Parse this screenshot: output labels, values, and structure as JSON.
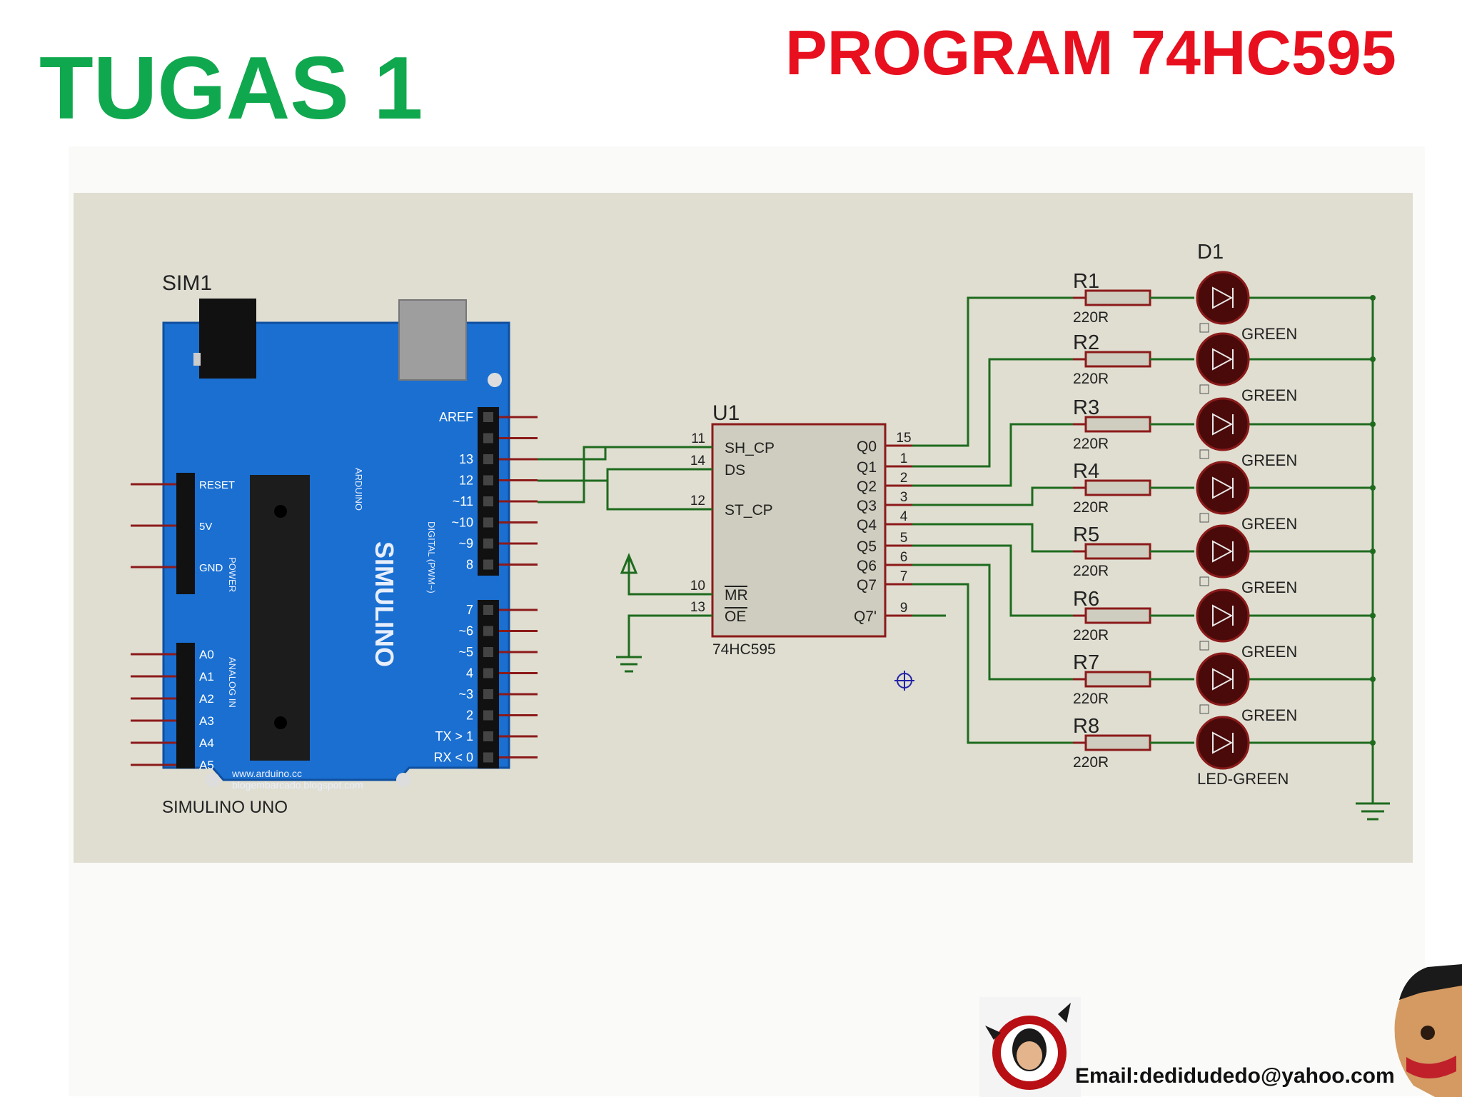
{
  "slide": {
    "title_left": "TUGAS 1",
    "title_right": "PROGRAM 74HC595",
    "email": "Email:dedidudedo@yahoo.com"
  },
  "colors": {
    "title_left": "#10a84e",
    "title_right": "#e8101e",
    "schematic_bg": "#e0ded1",
    "wire": "#1e6b1e",
    "component_outline": "#8b1a1a",
    "board_blue": "#1a6fd1"
  },
  "arduino": {
    "ref": "SIM1",
    "name": "SIMULINO UNO",
    "brand": "SIMULINO",
    "maker": "ARDUINO",
    "url1": "www.arduino.cc",
    "url2": "blogembarcado.blogspot.com",
    "pins_right_top": [
      "AREF",
      "",
      "13",
      "12",
      "~11",
      "~10",
      "~9",
      "8"
    ],
    "pins_right_bottom": [
      "7",
      "~6",
      "~5",
      "4",
      "~3",
      "2",
      "TX > 1",
      "RX < 0"
    ],
    "pins_power": [
      "RESET",
      "5V",
      "GND"
    ],
    "pins_analog": [
      "A0",
      "A1",
      "A2",
      "A3",
      "A4",
      "A5"
    ],
    "label_power": "POWER",
    "label_analog": "ANALOG IN",
    "label_digital": "DIGITAL (PWM~)"
  },
  "shift_register": {
    "ref": "U1",
    "part": "74HC595",
    "left_pins": [
      {
        "num": "11",
        "name": "SH_CP"
      },
      {
        "num": "14",
        "name": "DS"
      },
      {
        "num": "12",
        "name": "ST_CP"
      },
      {
        "num": "10",
        "name": "MR"
      },
      {
        "num": "13",
        "name": "OE"
      }
    ],
    "right_pins": [
      {
        "num": "15",
        "name": "Q0"
      },
      {
        "num": "1",
        "name": "Q1"
      },
      {
        "num": "2",
        "name": "Q2"
      },
      {
        "num": "3",
        "name": "Q3"
      },
      {
        "num": "4",
        "name": "Q4"
      },
      {
        "num": "5",
        "name": "Q5"
      },
      {
        "num": "6",
        "name": "Q6"
      },
      {
        "num": "7",
        "name": "Q7"
      },
      {
        "num": "9",
        "name": "Q7'"
      }
    ]
  },
  "resistors": [
    {
      "ref": "R1",
      "value": "220R"
    },
    {
      "ref": "R2",
      "value": "220R"
    },
    {
      "ref": "R3",
      "value": "220R"
    },
    {
      "ref": "R4",
      "value": "220R"
    },
    {
      "ref": "R5",
      "value": "220R"
    },
    {
      "ref": "R6",
      "value": "220R"
    },
    {
      "ref": "R7",
      "value": "220R"
    },
    {
      "ref": "R8",
      "value": "220R"
    }
  ],
  "leds": {
    "ref": "D1",
    "labels": [
      "GREEN",
      "GREEN",
      "GREEN",
      "GREEN",
      "GREEN",
      "GREEN",
      "GREEN",
      "LED-GREEN"
    ]
  }
}
